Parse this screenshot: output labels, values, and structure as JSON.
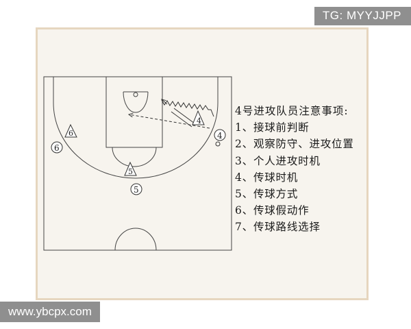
{
  "watermarks": {
    "top_right": "TG: MYYJJPP",
    "bottom_left": "www.ybcpx.com"
  },
  "diagram": {
    "player_labels": {
      "p4_triangle": "4",
      "p4_circle": "4",
      "p6_triangle": "6",
      "p6_circle": "6",
      "p5_triangle": "5",
      "p5_circle": "5"
    }
  },
  "notes": {
    "title": "4号进攻队员注意事项:",
    "items": [
      "1、接球前判断",
      "2、观察防守、进攻位置",
      "3、个人进攻时机",
      "4、传球时机",
      "5、传球方式",
      "6、传球假动作",
      "7、传球路线选择"
    ]
  }
}
